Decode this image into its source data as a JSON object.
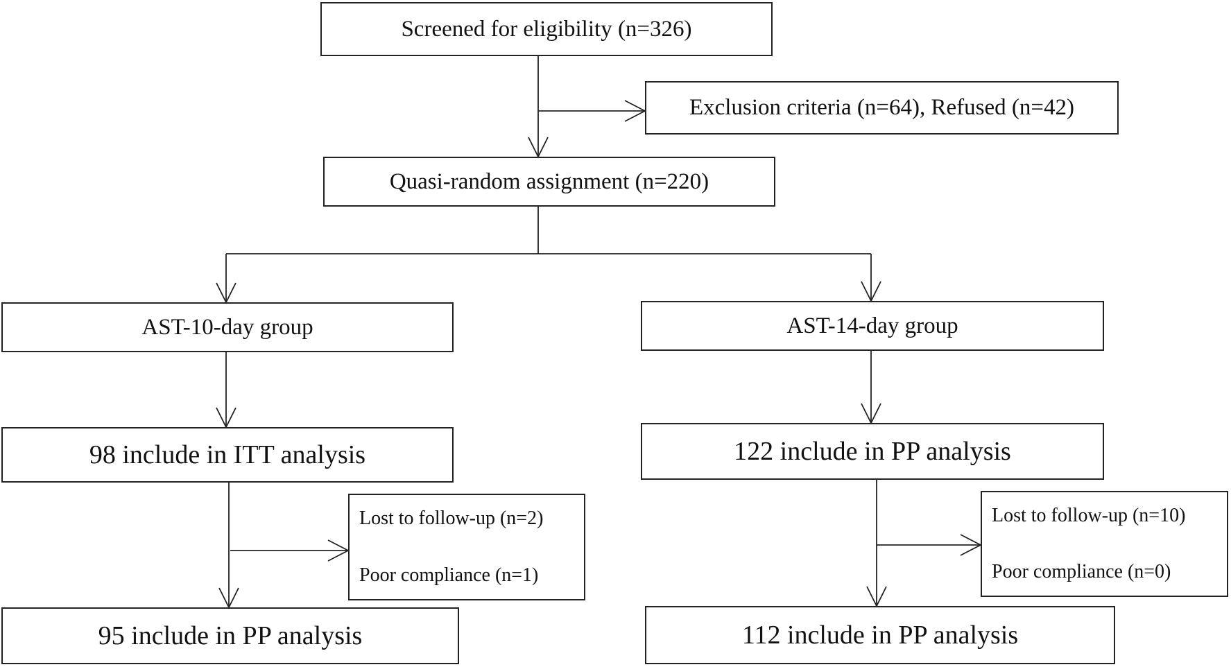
{
  "flowchart": {
    "screened": "Screened for eligibility (n=326)",
    "excluded": "Exclusion criteria (n=64), Refused (n=42)",
    "assignment": "Quasi-random assignment (n=220)",
    "left": {
      "group": "AST-10-day group",
      "itt": "98 include in ITT analysis",
      "lost": "Lost to follow-up (n=2)",
      "poor": "Poor compliance (n=1)",
      "pp": "95 include in PP analysis"
    },
    "right": {
      "group": "AST-14-day group",
      "itt": "122 include in PP analysis",
      "lost": "Lost to follow-up (n=10)",
      "poor": "Poor compliance (n=0)",
      "pp": "112 include in PP analysis"
    }
  }
}
